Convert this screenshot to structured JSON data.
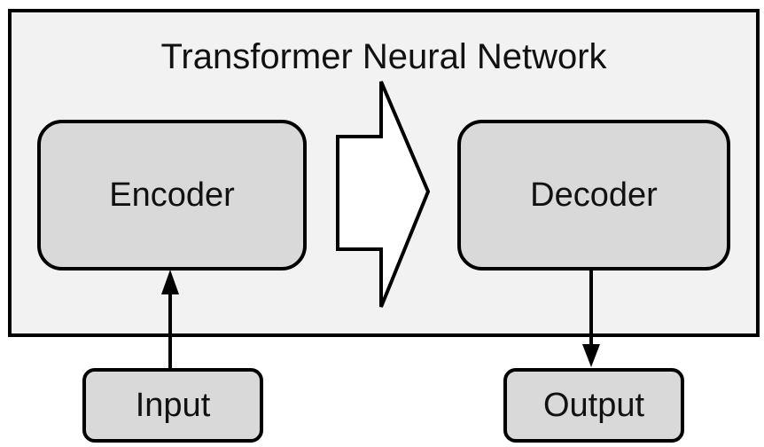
{
  "diagram": {
    "title": "Transformer Neural Network",
    "encoder_label": "Encoder",
    "decoder_label": "Decoder",
    "input_label": "Input",
    "output_label": "Output",
    "colors": {
      "container_fill": "#f2f2f2",
      "box_fill": "#d9d9d9",
      "stroke": "#000000",
      "arrow_fill": "#ffffff"
    }
  }
}
